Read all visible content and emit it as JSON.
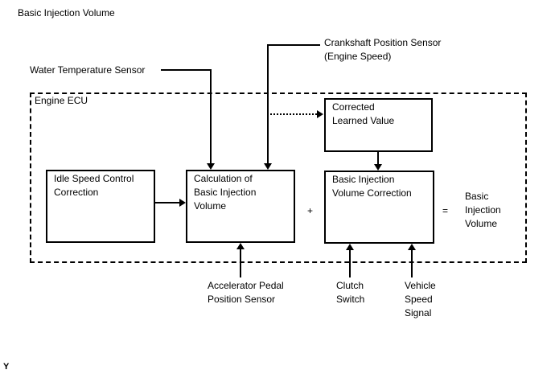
{
  "page": {
    "title": "Basic Injection Volume",
    "marker": "Y"
  },
  "colors": {
    "ink": "#000000",
    "background": "#ffffff"
  },
  "diagram": {
    "ecu_label": "Engine ECU",
    "external_inputs": {
      "water_temperature": "Water Temperature Sensor",
      "crankshaft": "Crankshaft Position Sensor\n(Engine Speed)",
      "accelerator": "Accelerator Pedal\nPosition Sensor",
      "clutch": "Clutch\nSwitch",
      "vehicle_speed": "Vehicle\nSpeed\nSignal"
    },
    "blocks": {
      "idle_speed": "Idle Speed Control\nCorrection",
      "calculation": "Calculation of\nBasic Injection\nVolume",
      "corrected_learned": "Corrected\nLearned Value",
      "volume_correction": "Basic Injection\nVolume Correction"
    },
    "operators": {
      "plus": "+",
      "equals": "="
    },
    "output": "Basic\nInjection\nVolume"
  }
}
